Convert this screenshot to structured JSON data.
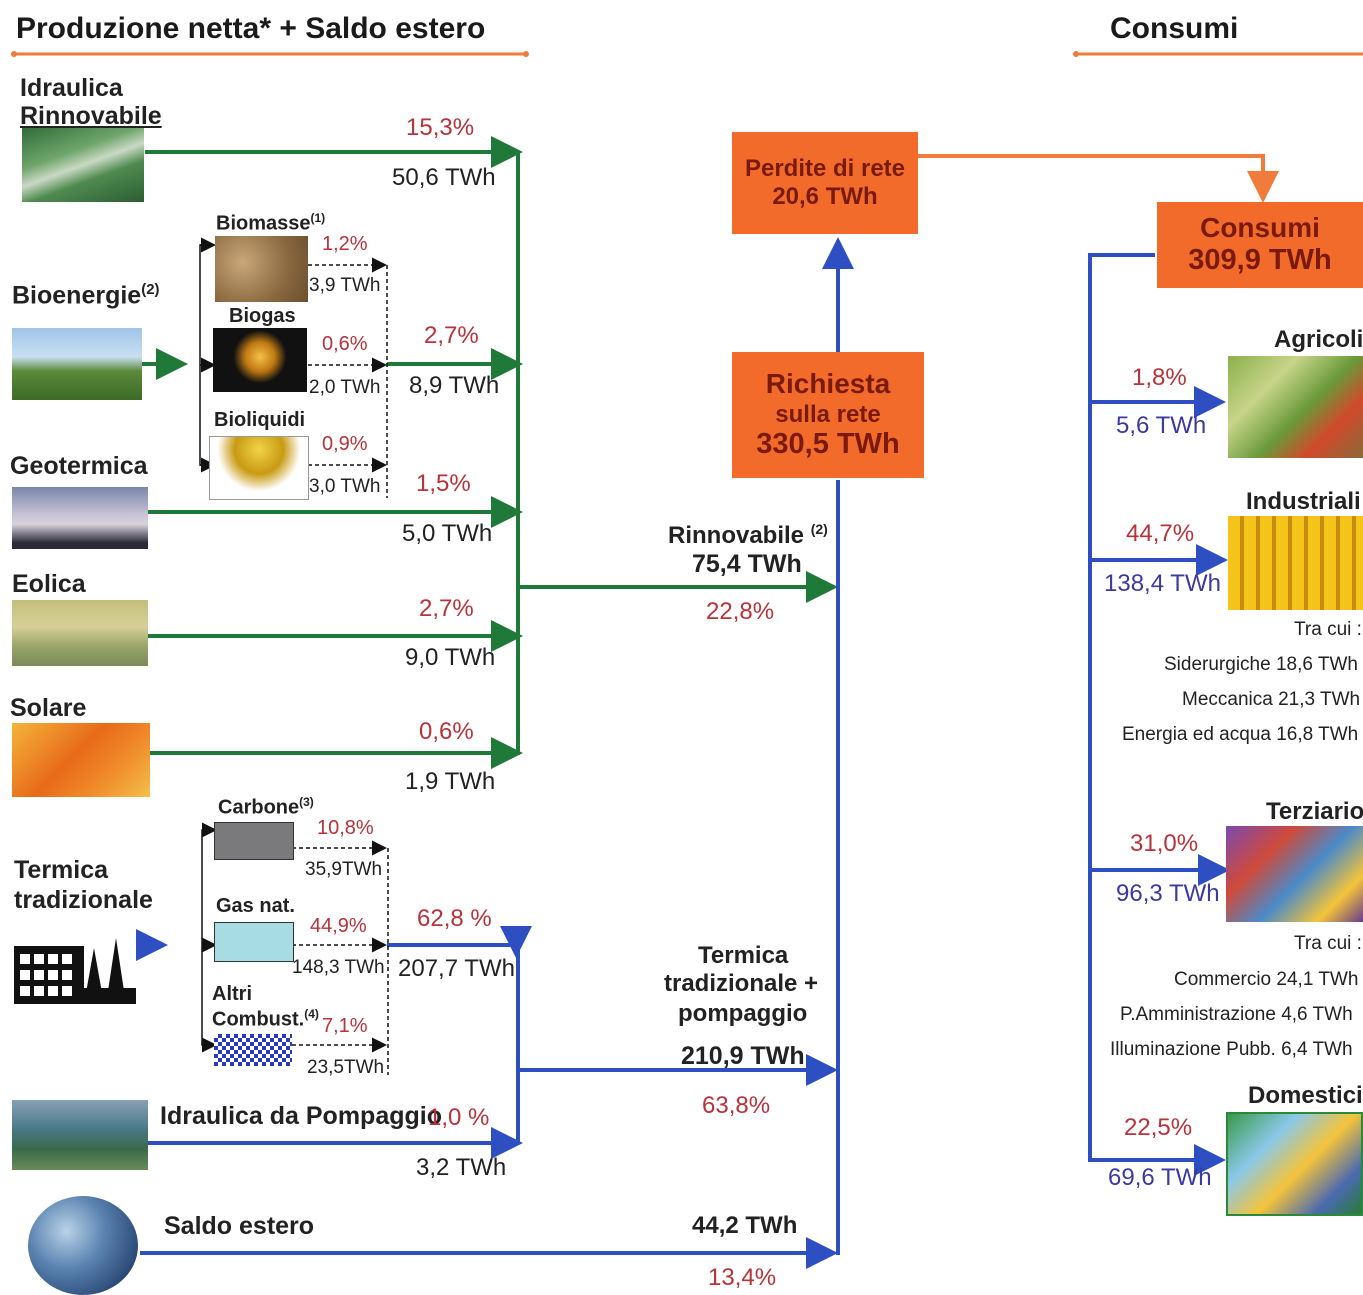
{
  "headers": {
    "left": "Produzione netta* + Saldo estero",
    "right": "Consumi"
  },
  "colors": {
    "renewable_flow": "#1f7a3a",
    "thermal_flow": "#2d4fc2",
    "node_fill": "#f26b2b",
    "header_rule": "#f07b3a",
    "percent_text": "#b8323a"
  },
  "sources": {
    "idraulica": {
      "label_1": "Idraulica",
      "label_2": "Rinnovabile",
      "pct": "15,3%",
      "twh": "50,6 TWh"
    },
    "bioenergie": {
      "label": "Bioenergie",
      "sup": "(2)",
      "pct": "2,7%",
      "twh": "8,9 TWh",
      "biomasse": {
        "label": "Biomasse",
        "sup": "(1)",
        "pct": "1,2%",
        "twh": "3,9 TWh"
      },
      "biogas": {
        "label": "Biogas",
        "pct": "0,6%",
        "twh": "2,0 TWh"
      },
      "bioliquidi": {
        "label": "Bioliquidi",
        "pct": "0,9%",
        "twh": "3,0 TWh"
      }
    },
    "geotermica": {
      "label": "Geotermica",
      "pct": "1,5%",
      "twh": "5,0 TWh"
    },
    "eolica": {
      "label": "Eolica",
      "pct": "2,7%",
      "twh": "9,0 TWh"
    },
    "solare": {
      "label": "Solare",
      "pct": "0,6%",
      "twh": "1,9 TWh"
    },
    "termica": {
      "label_1": "Termica",
      "label_2": "tradizionale",
      "pct": "62,8 %",
      "twh": "207,7 TWh",
      "carbone": {
        "label": "Carbone",
        "sup": "(3)",
        "pct": "10,8%",
        "twh": "35,9TWh"
      },
      "gas": {
        "label": "Gas nat.",
        "pct": "44,9%",
        "twh": "148,3 TWh"
      },
      "altri": {
        "label_1": "Altri",
        "label_2": "Combust.",
        "sup": "(4)",
        "pct": "7,1%",
        "twh": "23,5TWh"
      }
    },
    "pompaggio": {
      "label": "Idraulica da Pompaggio",
      "pct": "1,0 %",
      "twh": "3,2 TWh"
    },
    "saldo": {
      "label": "Saldo estero",
      "twh": "44,2 TWh",
      "pct": "13,4%"
    }
  },
  "aggregates": {
    "rinnovabile": {
      "label": "Rinnovabile",
      "sup": "(2)",
      "twh": "75,4 TWh",
      "pct": "22,8%"
    },
    "termica_pomp": {
      "label_1": "Termica",
      "label_2": "tradizionale +",
      "label_3": "pompaggio",
      "twh": "210,9 TWh",
      "pct": "63,8%"
    }
  },
  "nodes": {
    "perdite": {
      "label": "Perdite di rete",
      "value": "20,6 TWh"
    },
    "richiesta": {
      "label_1": "Richiesta",
      "label_2": "sulla rete",
      "value": "330,5 TWh"
    },
    "consumi": {
      "label": "Consumi",
      "value": "309,9 TWh"
    }
  },
  "sectors": {
    "agricoli": {
      "label": "Agricoli",
      "pct": "1,8%",
      "twh": "5,6 TWh"
    },
    "industriali": {
      "label": "Industriali",
      "pct": "44,7%",
      "twh": "138,4 TWh",
      "tra_cui": "Tra cui :",
      "details": [
        "Siderurgiche 18,6 TWh",
        "Meccanica 21,3 TWh",
        "Energia ed acqua 16,8 TWh"
      ]
    },
    "terziario": {
      "label": "Terziario",
      "pct": "31,0%",
      "twh": "96,3 TWh",
      "tra_cui": "Tra cui :",
      "details": [
        "Commercio 24,1 TWh",
        "P.Amministrazione 4,6 TWh",
        "Illuminazione Pubb. 6,4 TWh"
      ]
    },
    "domestici": {
      "label": "Domestici",
      "pct": "22,5%",
      "twh": "69,6 TWh"
    }
  }
}
